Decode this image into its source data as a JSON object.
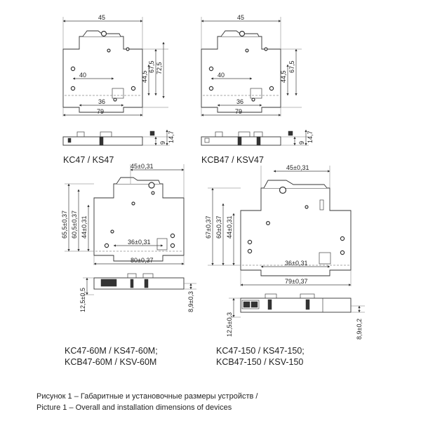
{
  "colors": {
    "line": "#333333",
    "text": "#222222",
    "background": "#ffffff"
  },
  "views": {
    "kc47": {
      "label": "KC47 / KS47",
      "dims": {
        "width_top": "45",
        "h1": "44,5",
        "h2": "67,5",
        "h3": "72,5",
        "w40": "40",
        "w36": "36",
        "w79": "79",
        "d9": "9",
        "d14": "14,7"
      }
    },
    "kcb47": {
      "label": "KCB47 / KSV47",
      "dims": {
        "width_top": "45",
        "h1": "44,5",
        "h2": "67,5",
        "w40": "40",
        "w36": "36",
        "w79": "79",
        "d9": "9",
        "d14": "14,7"
      }
    },
    "kc47_60m": {
      "label_line1": "KC47-60M / KS47-60M;",
      "label_line2": "KCB47-60M / KSV-60M",
      "dims": {
        "width_top": "45±0,31",
        "h1": "65,5±0,37",
        "h2": "60,5±0,37",
        "h3": "44±0,31",
        "w36": "36±0,31",
        "w80": "80±0,37",
        "d12": "12,5±0,5",
        "d8": "8,9±0,3"
      }
    },
    "kc47_150": {
      "label_line1": "KC47-150 / KS47-150;",
      "label_line2": "KCB47-150 / KSV-150",
      "dims": {
        "width_top": "45±0,31",
        "h1": "67±0,37",
        "h2": "60±0,37",
        "h3": "44±0,31",
        "w36": "36±0,31",
        "w79": "79±0,37",
        "d12": "12,5±0,3",
        "d8": "8,9±0,2"
      }
    }
  },
  "caption": {
    "line1": "Рисунок 1 – Габаритные и установочные размеры устройств /",
    "line2": "Picture 1 – Overall and installation dimensions of devices"
  }
}
